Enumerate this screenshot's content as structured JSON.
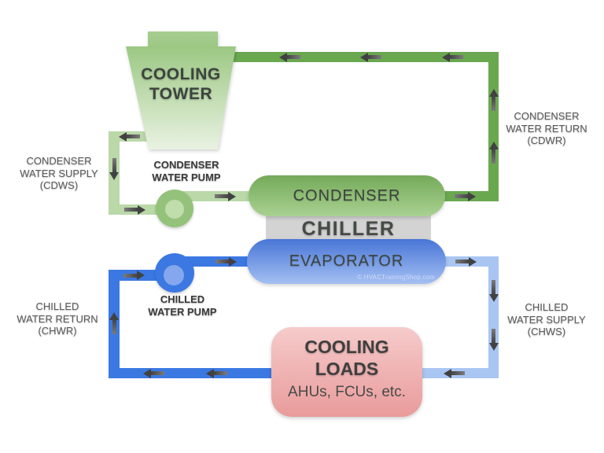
{
  "diagram": {
    "cooling_tower_label": "COOLING\nTOWER",
    "condenser_label": "CONDENSER",
    "chiller_label": "CHILLER",
    "evaporator_label": "EVAPORATOR",
    "cooling_loads_title": "COOLING\nLOADS",
    "cooling_loads_subtitle": "AHUs, FCUs, etc.",
    "condenser_water_pump_label": "CONDENSER\nWATER PUMP",
    "chilled_water_pump_label": "CHILLED\nWATER PUMP",
    "condenser_water_supply_label": "CONDENSER\nWATER SUPPLY\n(CDWS)",
    "condenser_water_return_label": "CONDENSER\nWATER RETURN\n(CDWR)",
    "chilled_water_return_label": "CHILLED\nWATER RETURN\n(CHWR)",
    "chilled_water_supply_label": "CHILLED\nWATER SUPPLY\n(CHWS)",
    "watermark": "© HVACTrainingShop.com"
  },
  "colors": {
    "pipe-cdwr": "#6aa850",
    "pipe-cdws": "#bad8a8",
    "pipe-chwr": "#3b78e2",
    "pipe-chws": "#a9c6f3",
    "tower-top": "#9cc883",
    "tower-bottom": "#e9f2e2",
    "cond-top": "#75aa59",
    "cond-bottom": "#a8d192",
    "evap-top": "#4876d7",
    "evap-bottom": "#a4bff2",
    "chiller-bg": "#d3d3d3",
    "loads-top": "#f6cbcb",
    "loads-bottom": "#e99b9b",
    "pump-g": "#94c27a",
    "pump-g-inner": "#c0ddac",
    "pump-b": "#3b78e2",
    "pump-b-inner": "#84a7ed",
    "arrow-dark": "#414141",
    "arrow-light": "#7b7b7b",
    "label": "#5c5c5c",
    "heading": "#3d443e"
  }
}
